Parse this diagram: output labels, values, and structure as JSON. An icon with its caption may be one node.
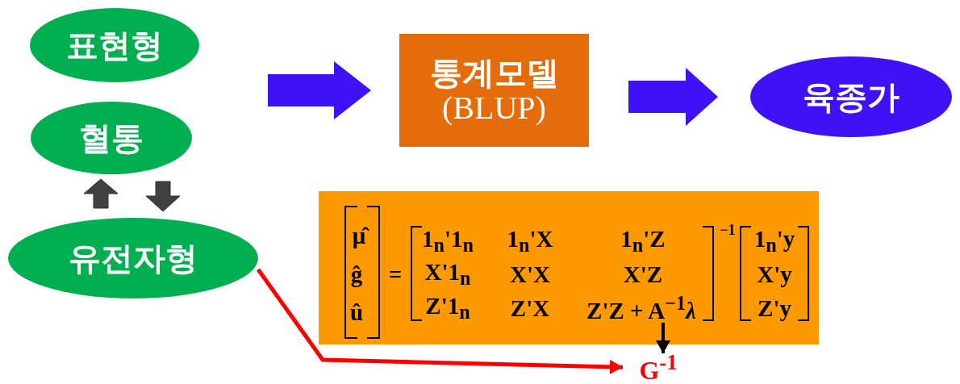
{
  "diagram": {
    "nodes": [
      {
        "text": [
          "표현형"
        ]
      },
      {
        "text": [
          "혈통"
        ]
      },
      {
        "text": [
          "유전자형"
        ]
      },
      {
        "text": [
          "통계모델",
          "(BLUP)"
        ]
      },
      {
        "text": [
          "육종가"
        ]
      },
      {
        "text": [
          "μ̂",
          "ĝ",
          "û",
          "=",
          "1$_{n}$'1$_{n}$",
          "1$_{n}$'X",
          "1$_{n}$'Z",
          "X'1$_{n}$",
          "X'X",
          "X'Z",
          "Z'1$_{n}$",
          "Z'X",
          "Z'Z + A$^{−1}$*λ*",
          "−1",
          "1$_{n}$'y",
          "X'y",
          "Z'y"
        ]
      },
      {
        "text": [
          "G$^{-1}$"
        ]
      }
    ],
    "edges": [
      {
        "from": null,
        "to": 3,
        "arrow": "to",
        "color": "#3f12f5"
      },
      {
        "from": 3,
        "to": 4,
        "arrow": "to",
        "color": "#3f12f5"
      },
      {
        "from": 2,
        "to": 1,
        "arrow": "to",
        "color": "#404040"
      },
      {
        "from": 1,
        "to": 2,
        "arrow": "to",
        "color": "#404040"
      },
      {
        "from": 2,
        "to": 6,
        "arrow": "to",
        "color": "#ff0000"
      },
      {
        "from": 5,
        "to": 6,
        "arrow": "to",
        "color": "#000000"
      }
    ]
  }
}
